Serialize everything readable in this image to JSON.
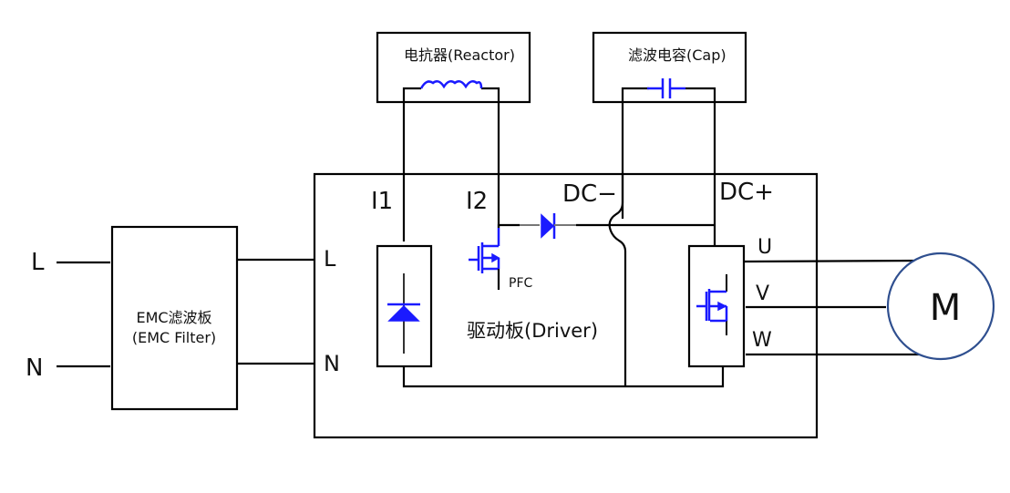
{
  "diagram": {
    "reactor": {
      "label": "电抗器(Reactor)"
    },
    "capacitor": {
      "label": "滤波电容(Cap)"
    },
    "emc_filter": {
      "label_cn": "EMC滤波板",
      "label_en": "(EMC Filter)"
    },
    "driver": {
      "label": "驱动板(Driver)"
    },
    "pfc": {
      "label": "PFC"
    },
    "inputs": {
      "L": "L",
      "N": "N"
    },
    "driver_inputs": {
      "L": "L",
      "N": "N"
    },
    "nodes": {
      "I1": "I1",
      "I2": "I2",
      "DCminus": "DC−",
      "DCplus": "DC+"
    },
    "phases": {
      "U": "U",
      "V": "V",
      "W": "W"
    },
    "motor": {
      "label": "M"
    },
    "colors": {
      "component": "#1a1aff",
      "motor_outline": "#2f4f8f",
      "wire": "#000000"
    }
  }
}
